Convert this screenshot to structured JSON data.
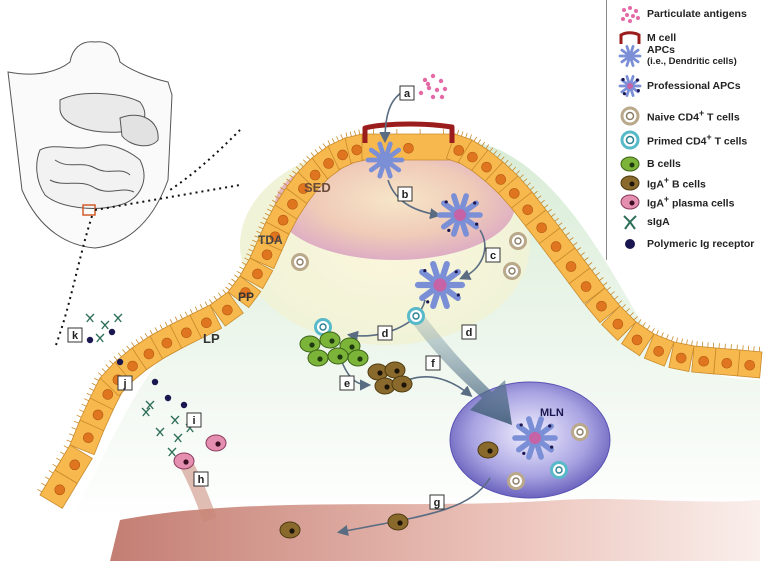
{
  "legend": {
    "items": [
      {
        "id": "particulate",
        "label": "Particulate antigens",
        "icon": "particle-cluster-icon"
      },
      {
        "id": "mcell",
        "label": "M cell",
        "icon": "m-cell-icon"
      },
      {
        "id": "apc",
        "label": "APCs",
        "sub": "(i.e., Dendritic cells)",
        "icon": "dendritic-cell-icon"
      },
      {
        "id": "papc",
        "label": "Professional APCs",
        "icon": "professional-apc-icon"
      },
      {
        "id": "naive",
        "label": "Naive CD4",
        "sup": "+",
        "rest": "T cells",
        "icon": "naive-t-cell-icon"
      },
      {
        "id": "primed",
        "label": "Primed CD4",
        "sup": "+",
        "rest": "T cells",
        "icon": "primed-t-cell-icon"
      },
      {
        "id": "bcell",
        "label": "B cells",
        "icon": "b-cell-icon"
      },
      {
        "id": "igab",
        "label": "IgA",
        "sup": "+",
        "rest": "B cells",
        "icon": "iga-b-cell-icon"
      },
      {
        "id": "plasma",
        "label": "IgA",
        "sup": "+",
        "rest": "plasma cells",
        "icon": "plasma-cell-icon"
      },
      {
        "id": "siga",
        "label": "sIgA",
        "icon": "siga-icon"
      },
      {
        "id": "pigr",
        "label": "Polymeric Ig receptor",
        "icon": "pigr-dot-icon"
      }
    ]
  },
  "regions": {
    "sed": "SED",
    "tda": "TDA",
    "pp": "PP",
    "lp": "LP",
    "mln": "MLN"
  },
  "steps": {
    "a": "a",
    "b": "b",
    "c": "c",
    "d1": "d",
    "d2": "d",
    "e": "e",
    "f": "f",
    "g": "g",
    "h": "h",
    "i": "i",
    "j": "j",
    "k": "k"
  },
  "colors": {
    "epithelium": "#f7b94e",
    "nucleus": "#e0751f",
    "mcell": "#9b1c1c",
    "apc": "#7b8fd6",
    "papc_center": "#d9569a",
    "naive": "#b9a889",
    "primed": "#58b9c9",
    "bcell": "#7cb43a",
    "igab": "#8a6a2c",
    "plasma": "#e48fb0",
    "mln": "#6a62c2",
    "siga": "#2f6f5a",
    "pigr": "#1a1650",
    "vessel": "#b3574a"
  }
}
